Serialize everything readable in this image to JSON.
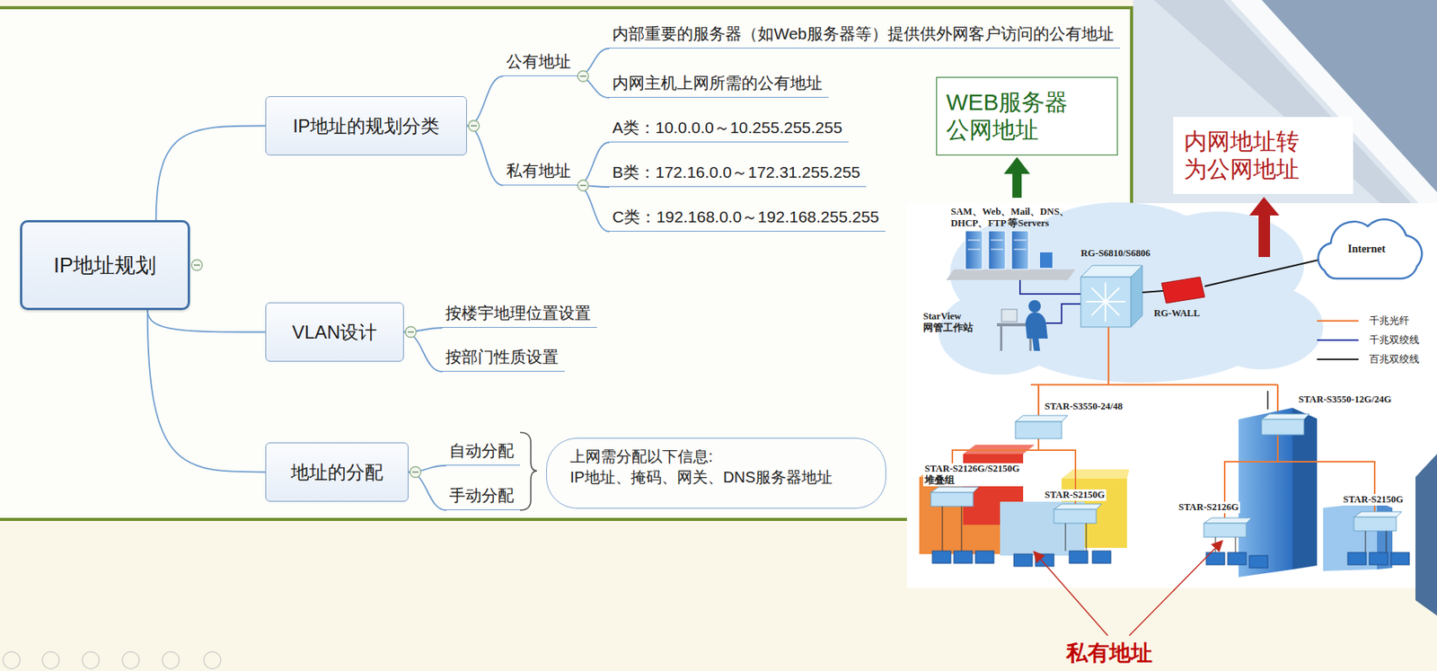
{
  "diagram": {
    "nodes": [
      {
        "text": [
          "IP地址规划"
        ]
      },
      {
        "text": [
          "IP地址的规划分类"
        ]
      },
      {
        "text": [
          "公有地址"
        ]
      },
      {
        "text": [
          "内部重要的服务器（如Web服务器等）提供供外网客户访问的公有地址"
        ]
      },
      {
        "text": [
          "内网主机上网所需的公有地址"
        ]
      },
      {
        "text": [
          "私有地址"
        ]
      },
      {
        "text": [
          "A类：10.0.0.0～10.255.255.255"
        ]
      },
      {
        "text": [
          "B类：172.16.0.0～172.31.255.255"
        ]
      },
      {
        "text": [
          "C类：192.168.0.0～192.168.255.255"
        ]
      },
      {
        "text": [
          "VLAN设计"
        ]
      },
      {
        "text": [
          "按楼宇地理位置设置"
        ]
      },
      {
        "text": [
          "按部门性质设置"
        ]
      },
      {
        "text": [
          "地址的分配"
        ]
      },
      {
        "text": [
          "自动分配"
        ]
      },
      {
        "text": [
          "手动分配"
        ]
      },
      {
        "text": [
          "上网需分配以下信息:",
          "IP地址、掩码、网关、DNS服务器地址"
        ]
      },
      {
        "text": [
          "WEB服务器 公网地址"
        ]
      },
      {
        "text": [
          "内网地址转 为公网地址"
        ]
      }
    ],
    "edges": [
      {
        "from": 0,
        "to": 1,
        "arrow": "none"
      },
      {
        "from": 0,
        "to": 9,
        "arrow": "none"
      },
      {
        "from": 0,
        "to": 12,
        "arrow": "none"
      },
      {
        "from": 1,
        "to": 2,
        "arrow": "none"
      },
      {
        "from": 1,
        "to": 5,
        "arrow": "none"
      },
      {
        "from": 2,
        "to": 3,
        "arrow": "none"
      },
      {
        "from": 2,
        "to": 4,
        "arrow": "none"
      },
      {
        "from": 5,
        "to": 6,
        "arrow": "none"
      },
      {
        "from": 5,
        "to": 7,
        "arrow": "none"
      },
      {
        "from": 5,
        "to": 8,
        "arrow": "none"
      },
      {
        "from": 9,
        "to": 10,
        "arrow": "none"
      },
      {
        "from": 9,
        "to": 11,
        "arrow": "none"
      },
      {
        "from": 12,
        "to": 13,
        "arrow": "none"
      },
      {
        "from": 12,
        "to": 14,
        "arrow": "none"
      }
    ],
    "labels": [
      "SAM、Web、Mail、DNS、 DHCP、FTP 等Servers",
      "RG-S6810/S6806",
      "RG-WALL",
      "Internet",
      "StarView 网管工作站",
      "STAR-S3550-24/48",
      "STAR-S3550-12G/24G",
      "STAR-S2126G/S2150G 堆叠组",
      "STAR-S2150G",
      "STAR-S2126G",
      "STAR-S2150G",
      "私有地址"
    ],
    "legend": [
      {
        "text": "千兆光纤"
      },
      {
        "text": "千兆双绞线"
      },
      {
        "text": "百兆双绞线"
      }
    ]
  }
}
